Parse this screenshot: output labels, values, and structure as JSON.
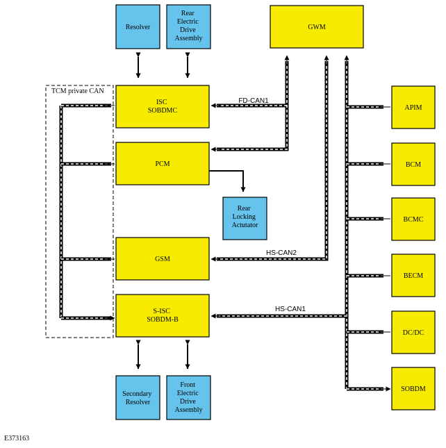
{
  "colors": {
    "ecu": "#f7ec00",
    "peripheral": "#65c3ec"
  },
  "boxes": {
    "resolver": [
      "Resolver"
    ],
    "rear_eda": [
      "Rear",
      "Electric",
      "Drive",
      "Assembly"
    ],
    "gwm": [
      "GWM"
    ],
    "isc": [
      "ISC",
      "SOBDMC"
    ],
    "pcm": [
      "PCM"
    ],
    "rear_locking": [
      "Rear",
      "Locking",
      "Actutator"
    ],
    "gsm": [
      "GSM"
    ],
    "sisc": [
      "S-ISC",
      "SOBDM-B"
    ],
    "secondary_resolver": [
      "Secondary",
      "Resolver"
    ],
    "front_eda": [
      "Front",
      "Electric",
      "Drive",
      "Assembly"
    ],
    "apim": [
      "APIM"
    ],
    "bcm": [
      "BCM"
    ],
    "bcmc": [
      "BCMC"
    ],
    "becm": [
      "BECM"
    ],
    "dcdc": [
      "DC/DC"
    ],
    "sobdm": [
      "SOBDM"
    ]
  },
  "bus_labels": {
    "fd_can1": "FD-CAN1",
    "hs_can2": "HS-CAN2",
    "hs_can1": "HS-CAN1",
    "tcm_private": "TCM private CAN"
  },
  "figure_ref": "E373163"
}
